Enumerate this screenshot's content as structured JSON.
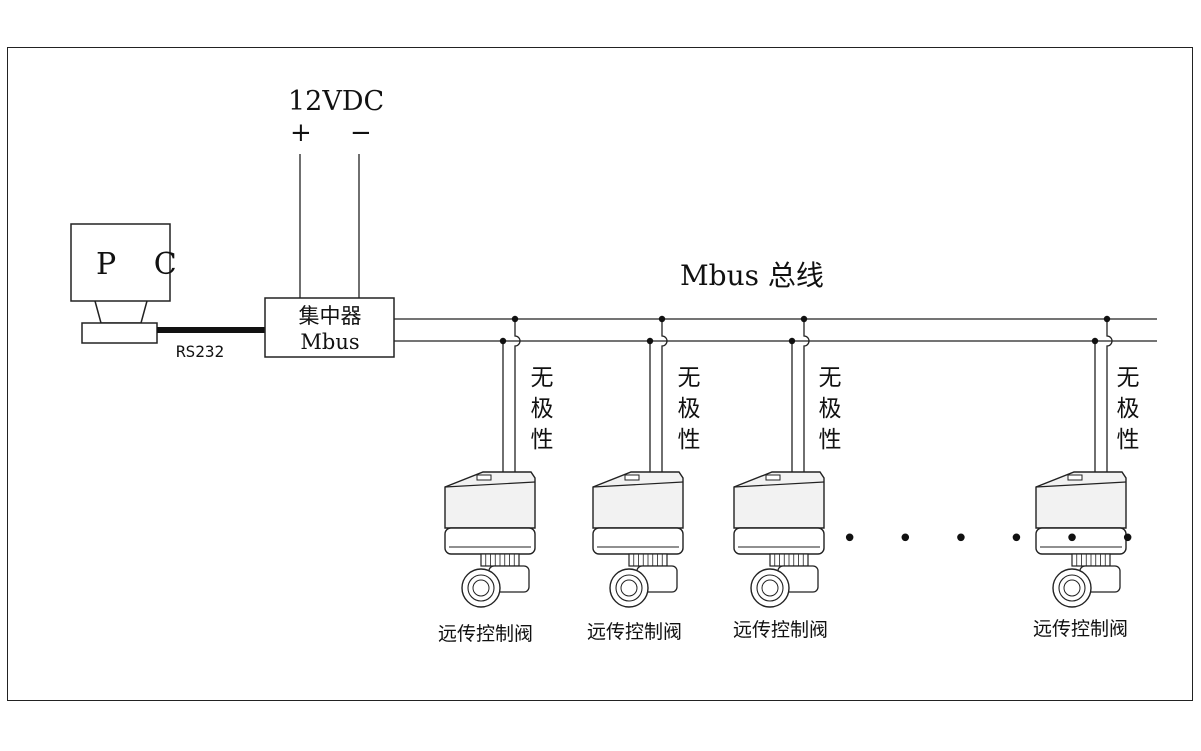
{
  "labels": {
    "supply": "12VDC",
    "plus": "+",
    "minus": "−",
    "pc": "P C",
    "rs232": "RS232",
    "concentrator_line1": "集中器",
    "concentrator_line2": "Mbus",
    "bus": "Mbus 总线",
    "non_polar": "无极性",
    "valve": "远传控制阀",
    "ellipsis": "• • • • • •"
  },
  "valves": [
    {
      "label": "远传控制阀",
      "note": "无极性"
    },
    {
      "label": "远传控制阀",
      "note": "无极性"
    },
    {
      "label": "远传控制阀",
      "note": "无极性"
    },
    {
      "label": "远传控制阀",
      "note": "无极性"
    }
  ]
}
